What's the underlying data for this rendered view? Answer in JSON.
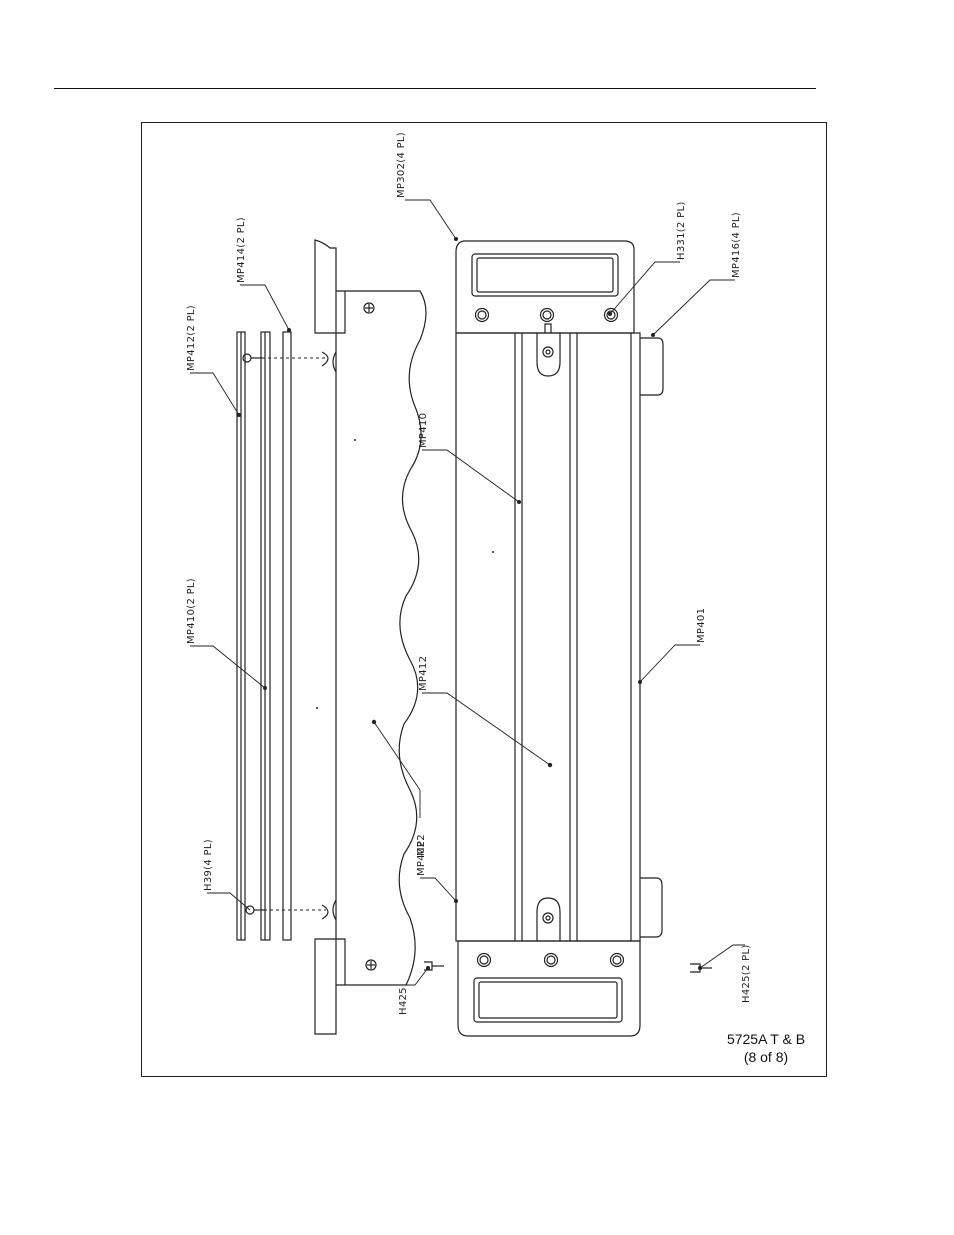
{
  "figure": {
    "caption_line1": "5725A T & B",
    "caption_line2": "(8 of 8)"
  },
  "callouts": {
    "mp302": "MP302(4 PL)",
    "h331": "H331(2 PL)",
    "mp416": "MP416(4 PL)",
    "mp414": "MP414(2 PL)",
    "mp412_parts": "MP412(2 PL)",
    "mp410_parts": "MP410(2 PL)",
    "h39": "H39(4 PL)",
    "mp410_body": "MP410",
    "mp412_body": "MP412",
    "mp401": "MP401",
    "mp2": "MP2",
    "mp402": "MP402",
    "h425_left": "H425",
    "h425_right": "H425(2 PL)"
  }
}
